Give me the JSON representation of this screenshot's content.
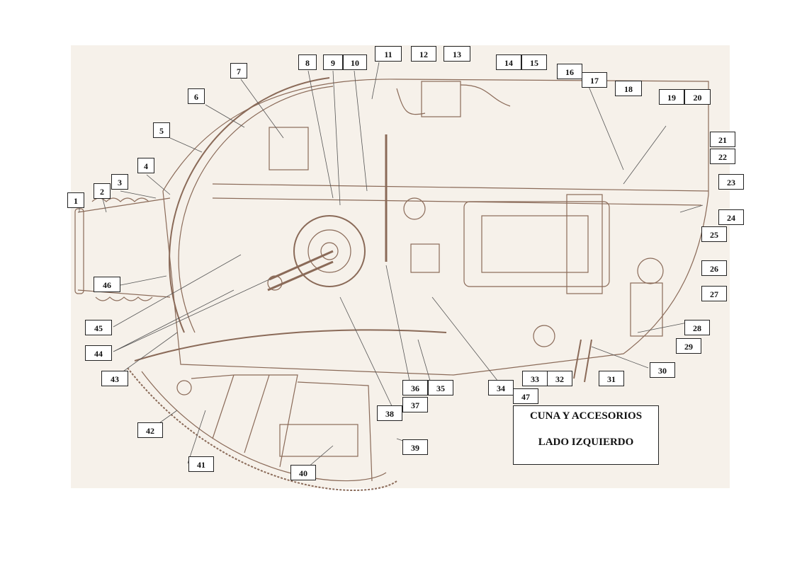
{
  "title": {
    "line1": "CUNA Y ACCESORIOS",
    "line2": "LADO IZQUIERDO"
  },
  "callouts": [
    "1",
    "2",
    "3",
    "4",
    "5",
    "6",
    "7",
    "8",
    "9",
    "10",
    "11",
    "12",
    "13",
    "14",
    "15",
    "16",
    "17",
    "18",
    "19",
    "20",
    "21",
    "22",
    "23",
    "24",
    "25",
    "26",
    "27",
    "28",
    "29",
    "30",
    "31",
    "32",
    "33",
    "34",
    "35",
    "36",
    "37",
    "38",
    "39",
    "40",
    "41",
    "42",
    "43",
    "44",
    "45",
    "46",
    "47"
  ],
  "colors": {
    "line": "#8a6a58",
    "sheet": "#f6f1ea",
    "box_border": "#222222"
  }
}
